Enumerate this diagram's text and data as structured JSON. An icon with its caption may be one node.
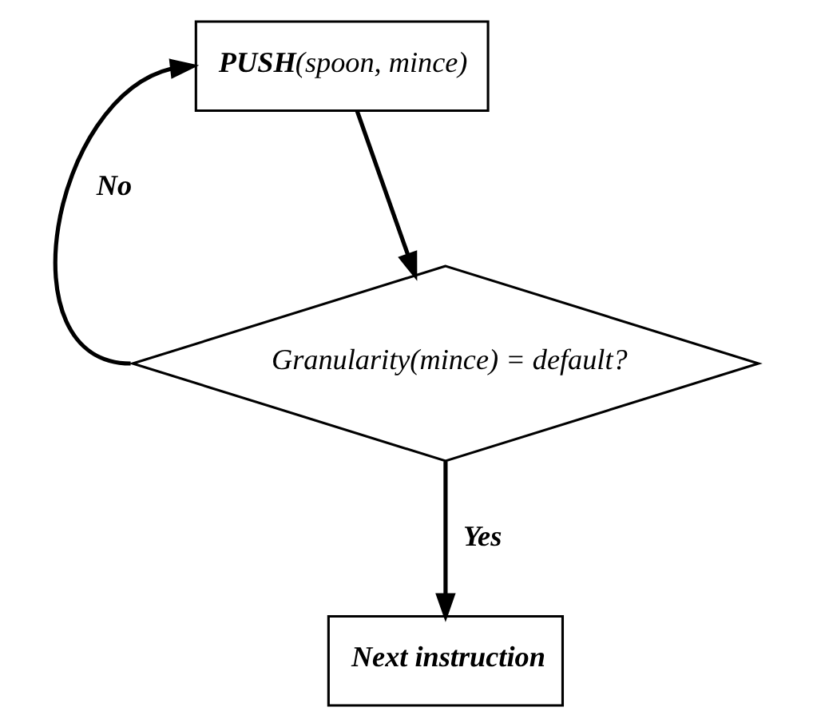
{
  "diagram": {
    "nodes": [
      {
        "text": [
          "**PUSH**(spoon, mince)"
        ]
      },
      {
        "text": [
          "Granularity(mince) = default?"
        ]
      },
      {
        "text": [
          "Next instruction"
        ]
      }
    ],
    "edges": [
      {
        "from": 0,
        "to": 1,
        "arrow": "to"
      },
      {
        "from": 1,
        "to": 2,
        "arrow": "to",
        "label": "Yes"
      },
      {
        "from": 1,
        "to": 0,
        "arrow": "to",
        "label": "No"
      }
    ]
  }
}
